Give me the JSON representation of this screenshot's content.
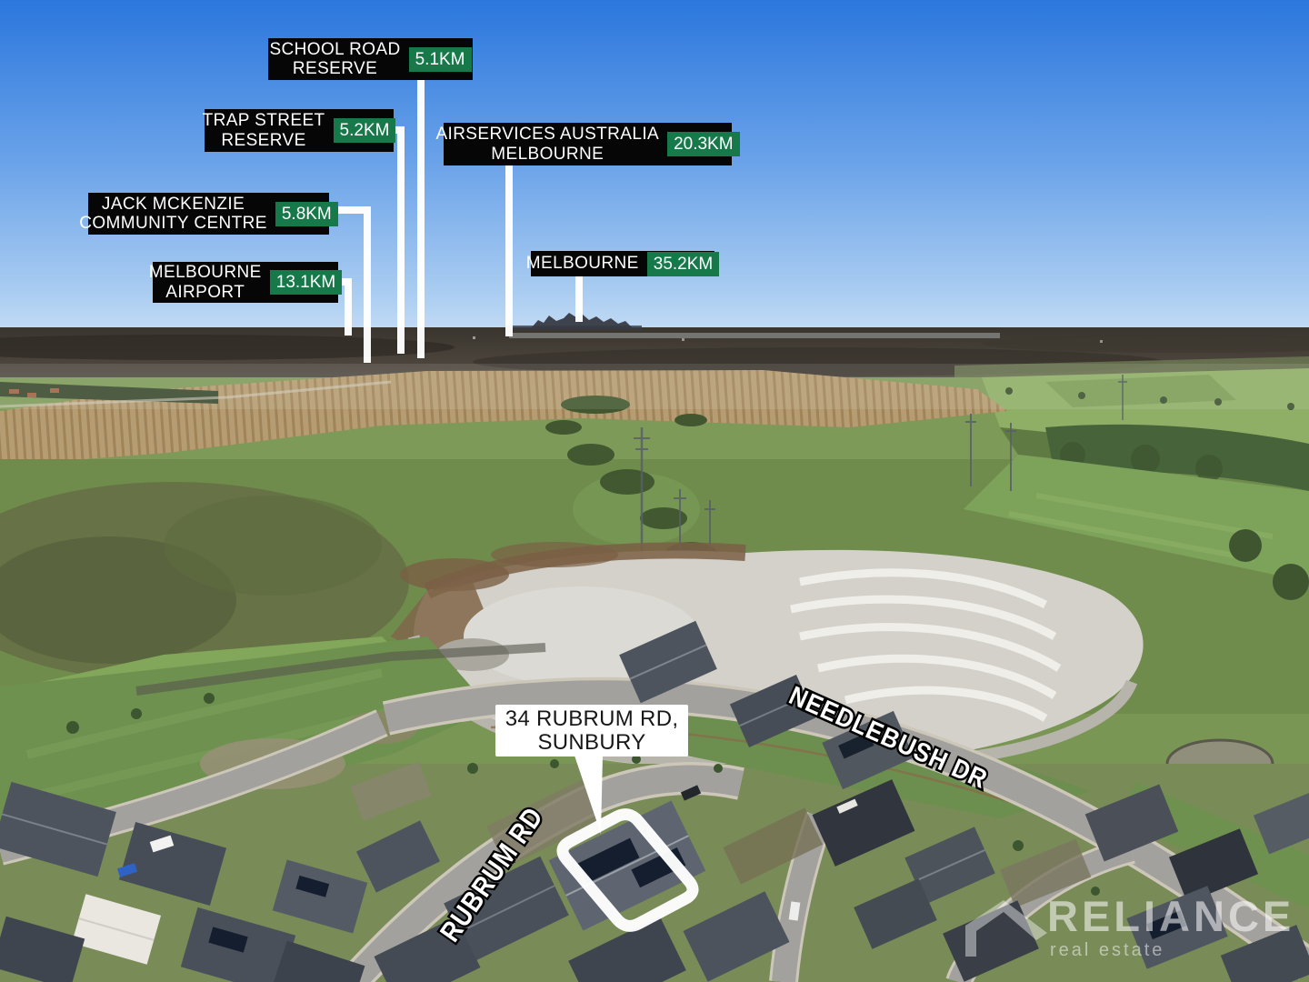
{
  "location_labels": {
    "school_road_reserve": {
      "line1": "SCHOOL ROAD",
      "line2": "RESERVE",
      "distance": "5.1KM"
    },
    "trap_street_reserve": {
      "line1": "TRAP STREET",
      "line2": "RESERVE",
      "distance": "5.2KM"
    },
    "airservices_australia": {
      "line1": "AIRSERVICES AUSTRALIA",
      "line2": "MELBOURNE",
      "distance": "20.3KM"
    },
    "jack_mckenzie": {
      "line1": "JACK MCKENZIE",
      "line2": "COMMUNITY CENTRE",
      "distance": "5.8KM"
    },
    "melbourne_airport": {
      "line1": "MELBOURNE",
      "line2": "AIRPORT",
      "distance": "13.1KM"
    },
    "melbourne": {
      "line1": "MELBOURNE",
      "line2": "",
      "distance": "35.2KM"
    }
  },
  "property_callout": {
    "line1": "34 RUBRUM RD,",
    "line2": "SUNBURY"
  },
  "street_labels": {
    "needlebush": "NEEDLEBUSH DR",
    "rubrum": "RUBRUM RD"
  },
  "watermark": {
    "brand": "RELIANCE",
    "tagline": "real estate"
  },
  "colors": {
    "badge_green": "#17784A",
    "label_bg": "#060606",
    "label_text": "#FFFFFF",
    "pointer_white": "#FFFFFF",
    "sky_top": "#2B77DD",
    "sky_horizon": "#D6E7F7"
  }
}
